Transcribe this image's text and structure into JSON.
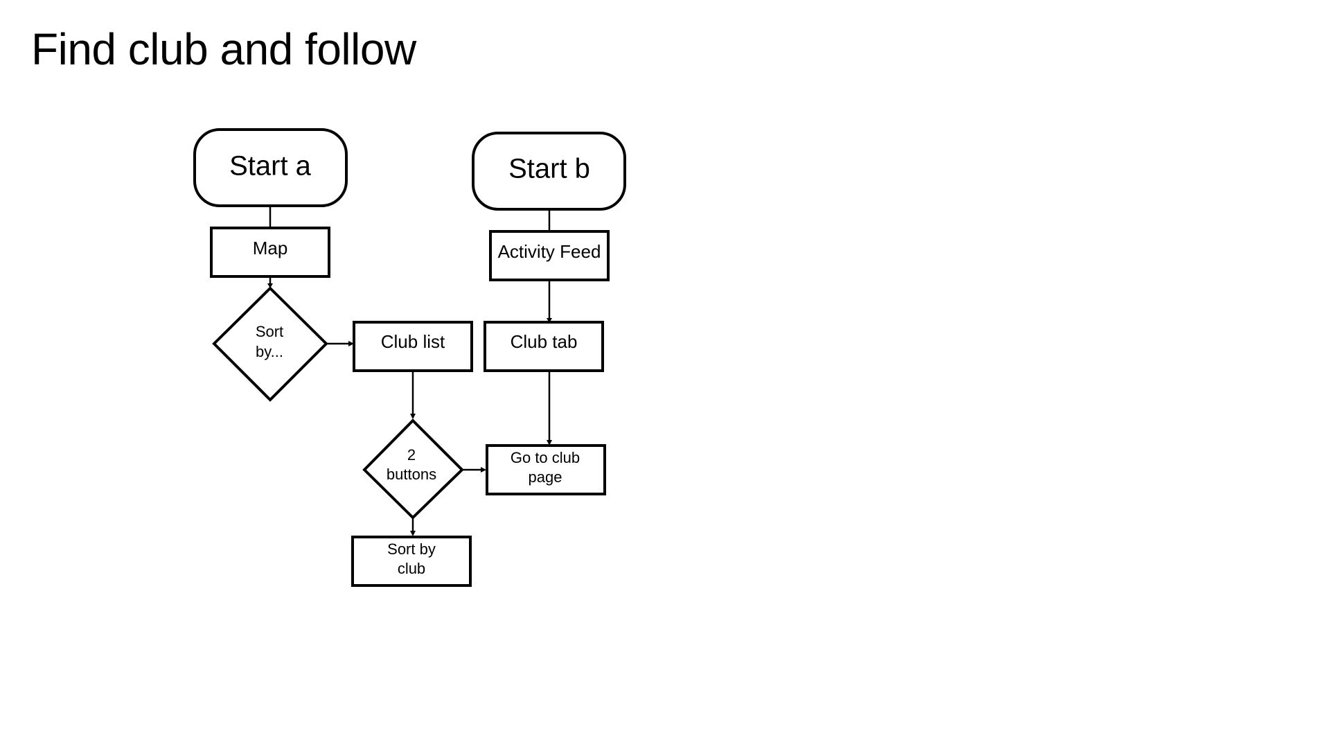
{
  "slide": {
    "title": "Find club and follow"
  },
  "diagram": {
    "nodes": {
      "start_a": {
        "shape": "terminator",
        "lines": [
          "Start a"
        ]
      },
      "start_b": {
        "shape": "terminator",
        "lines": [
          "Start b"
        ]
      },
      "map": {
        "shape": "process",
        "lines": [
          "Map"
        ]
      },
      "activity_feed": {
        "shape": "process",
        "lines": [
          "Activity Feed"
        ]
      },
      "sort_by": {
        "shape": "decision",
        "lines": [
          "Sort",
          "by..."
        ]
      },
      "club_list": {
        "shape": "process",
        "lines": [
          "Club list"
        ]
      },
      "club_tab": {
        "shape": "process",
        "lines": [
          "Club tab"
        ]
      },
      "two_buttons": {
        "shape": "decision",
        "lines": [
          "2",
          "buttons"
        ]
      },
      "go_to_club_page": {
        "shape": "process",
        "lines": [
          "Go to club",
          "page"
        ]
      },
      "sort_by_club": {
        "shape": "process",
        "lines": [
          "Sort by",
          "club"
        ]
      }
    },
    "edges": [
      {
        "from": "start_a",
        "to": "map",
        "arrow": false
      },
      {
        "from": "map",
        "to": "sort_by",
        "arrow": true
      },
      {
        "from": "sort_by",
        "to": "club_list",
        "arrow": true
      },
      {
        "from": "club_list",
        "to": "two_buttons",
        "arrow": true
      },
      {
        "from": "two_buttons",
        "to": "go_to_club_page",
        "arrow": true
      },
      {
        "from": "two_buttons",
        "to": "sort_by_club",
        "arrow": true
      },
      {
        "from": "start_b",
        "to": "activity_feed",
        "arrow": false
      },
      {
        "from": "activity_feed",
        "to": "club_tab",
        "arrow": true
      },
      {
        "from": "club_tab",
        "to": "go_to_club_page",
        "arrow": true
      }
    ],
    "colors": {
      "stroke": "#000000",
      "fill": "#ffffff",
      "background": "#ffffff"
    }
  }
}
